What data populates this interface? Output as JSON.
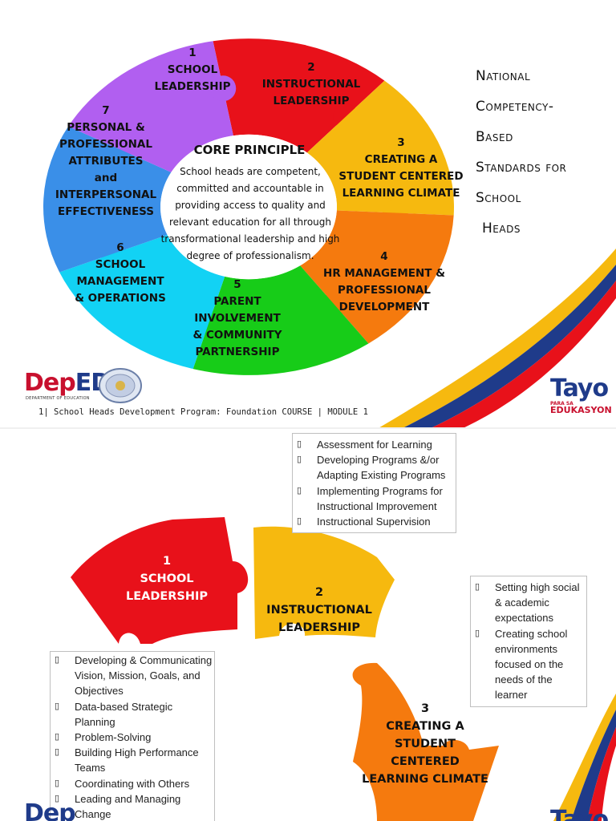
{
  "page1": {
    "ring": [
      {
        "num": "1",
        "label": "SCHOOL\nLEADERSHIP",
        "color": "#e8111a"
      },
      {
        "num": "2",
        "label": "INSTRUCTIONAL\nLEADERSHIP",
        "color": "#f6b90f"
      },
      {
        "num": "3",
        "label": "CREATING A\nSTUDENT CENTERED\nLEARNING CLIMATE",
        "color": "#f57a0e"
      },
      {
        "num": "4",
        "label": "HR MANAGEMENT &\nPROFESSIONAL\nDEVELOPMENT",
        "color": "#17cc18"
      },
      {
        "num": "5",
        "label": "PARENT\nINVOLVEMENT\n& COMMUNITY\nPARTNERSHIP",
        "color": "#12d2f4"
      },
      {
        "num": "6",
        "label": "SCHOOL\nMANAGEMENT\n& OPERATIONS",
        "color": "#3a8fe8"
      },
      {
        "num": "7",
        "label": "PERSONAL &\nPROFESSIONAL\nATTRIBUTES\nand\nINTERPERSONAL\nEFFECTIVENESS",
        "color": "#b15ff0"
      }
    ],
    "core_title": "CORE PRINCIPLE",
    "core_text": "School heads are competent, committed and accountable in providing access to quality and relevant education for all through transformational leadership and high degree of professionalism.",
    "standards_title": [
      "National",
      "Competency-",
      "Based",
      "Standards for",
      "School",
      "Heads"
    ],
    "deped": {
      "dep": "Dep",
      "ed": "ED",
      "sub": "DEPARTMENT OF EDUCATION"
    },
    "footer": "1| School Heads Development Program:  Foundation COURSE | MODULE 1",
    "tayo": {
      "big": "Tayo",
      "small1": "PARA SA",
      "small2": "EDUKASYON"
    }
  },
  "page2": {
    "pieces": [
      {
        "num": "1",
        "label": "SCHOOL\nLEADERSHIP",
        "color": "#e8111a"
      },
      {
        "num": "2",
        "label": "INSTRUCTIONAL\nLEADERSHIP",
        "color": "#f6b90f"
      },
      {
        "num": "3",
        "label": "CREATING A\nSTUDENT CENTERED\nLEARNING CLIMATE",
        "color": "#f57a0e"
      }
    ],
    "box_instructional": [
      "Assessment for  Learning",
      "Developing Programs &/or Adapting Existing Programs",
      "Implementing Programs for Instructional Improvement",
      "Instructional Supervision"
    ],
    "box_climate": [
      "Setting high social & academic expectations",
      "Creating school environments focused on the needs of the learner"
    ],
    "box_leadership": [
      "Developing & Communicating Vision, Mission, Goals, and Objectives",
      "Data-based Strategic Planning",
      "Problem-Solving",
      "Building High Performance Teams",
      "Coordinating with Others",
      "Leading and Managing Change"
    ]
  }
}
